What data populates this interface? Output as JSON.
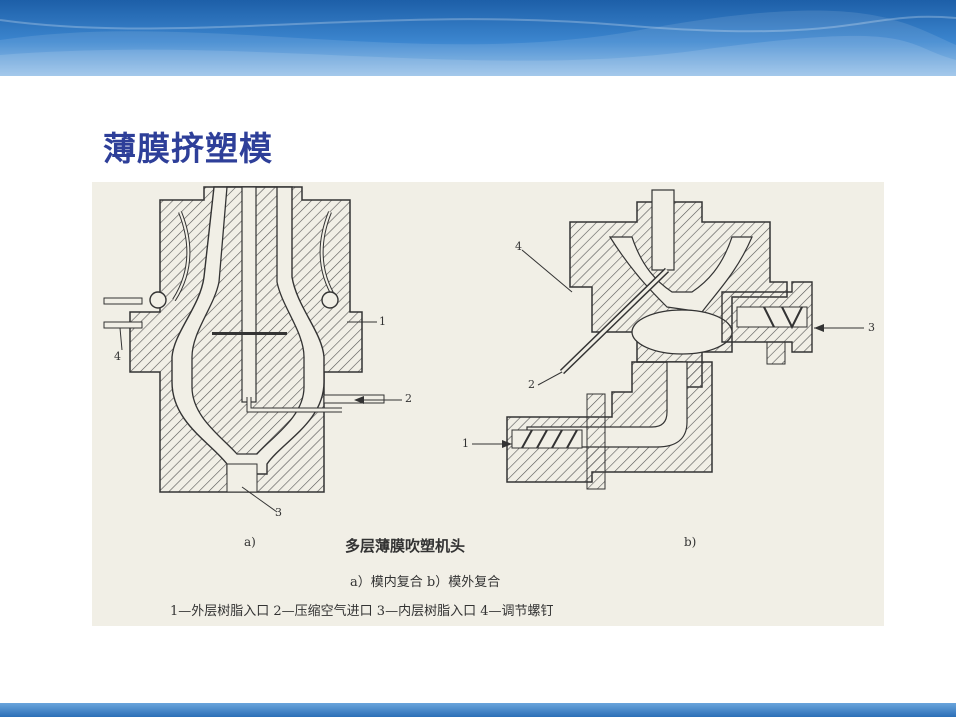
{
  "slide": {
    "title": "薄膜挤塑模"
  },
  "figure": {
    "caption_main": "多层薄膜吹塑机头",
    "caption_sub": "a）模内复合   b）模外复合",
    "legend": "1—外层树脂入口   2—压缩空气进口   3—内层树脂入口   4—调节螺钉",
    "panel_a_label": "a)",
    "panel_b_label": "b)",
    "callouts_a": [
      "1",
      "2",
      "3",
      "4"
    ],
    "callouts_b": [
      "1",
      "2",
      "3",
      "4"
    ]
  },
  "colors": {
    "title": "#2e3f99",
    "banner": "#2f78c4",
    "drawing_bg": "#f1efe6"
  }
}
